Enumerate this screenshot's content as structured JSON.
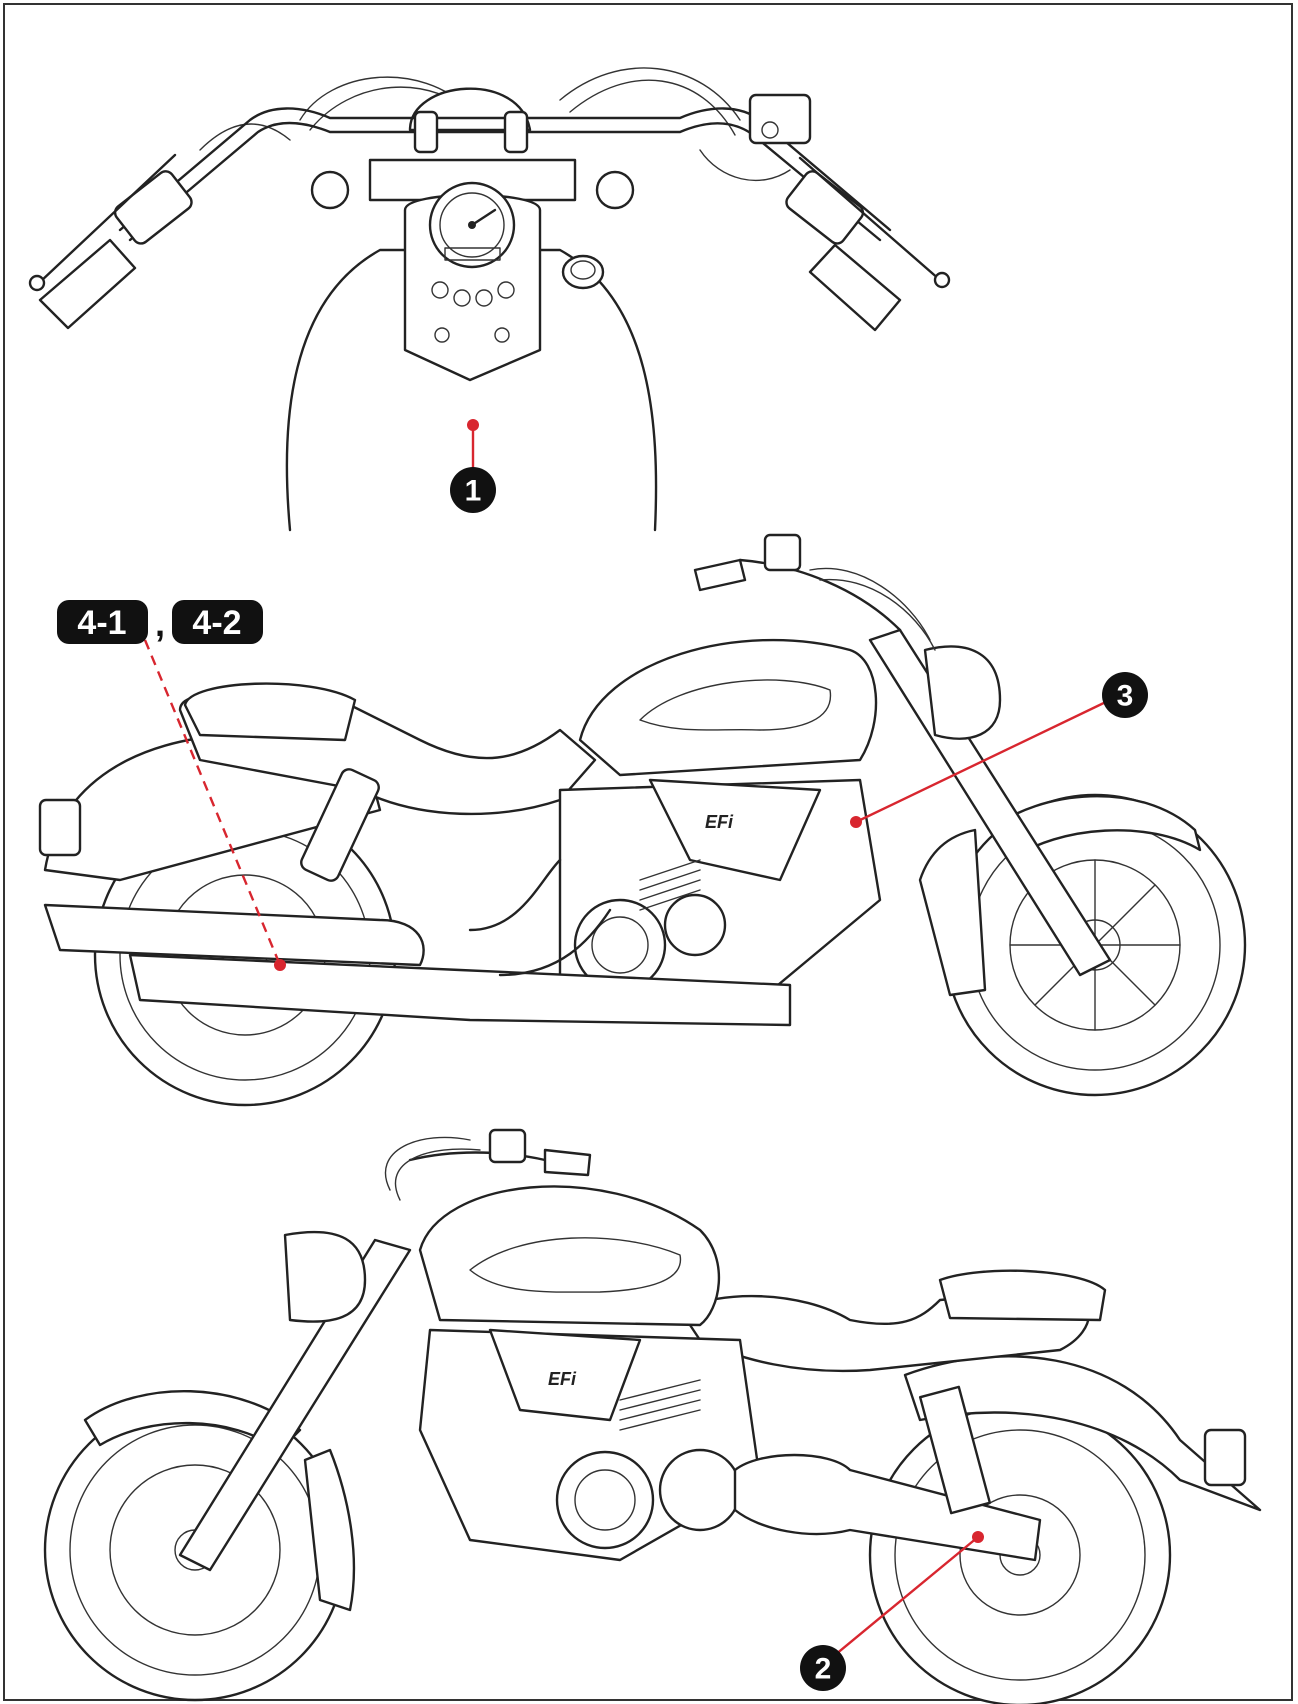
{
  "callouts": {
    "c1": "1",
    "c2": "2",
    "c3": "3",
    "c4a": "4-1",
    "c4_sep": ",",
    "c4b": "4-2"
  },
  "engine_cover_text": "EFi",
  "colors": {
    "leader": "#d8262f",
    "badge": "#111111",
    "line": "#222222"
  },
  "icons": [
    "handlebar-top-view",
    "motorcycle-right-side-view",
    "motorcycle-left-side-view"
  ]
}
